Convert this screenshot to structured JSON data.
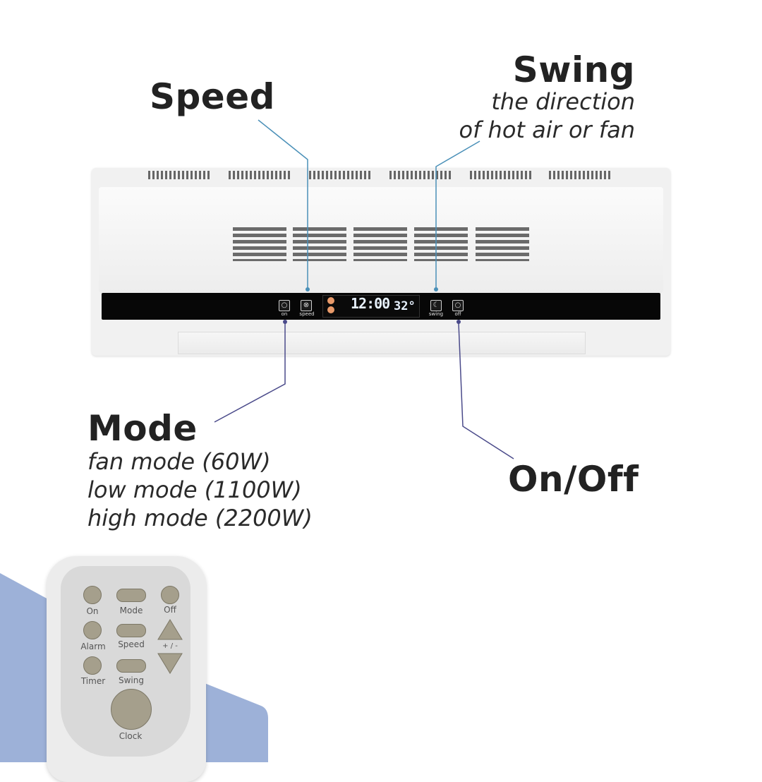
{
  "labels": {
    "speed": {
      "title": "Speed"
    },
    "swing": {
      "title": "Swing",
      "desc_line1": "the direction",
      "desc_line2": "of hot air or fan"
    },
    "mode": {
      "title": "Mode",
      "desc_line1": "fan mode (60W)",
      "desc_line2": "low mode (1100W)",
      "desc_line3": "high mode (2200W)"
    },
    "onoff": {
      "title": "On/Off"
    }
  },
  "heater_panel": {
    "buttons": [
      "on",
      "speed",
      "swing",
      "off"
    ],
    "clock": "12:00",
    "temperature": "32°"
  },
  "remote": {
    "buttons": [
      "On",
      "Mode",
      "Off",
      "Alarm",
      "Speed",
      "+ / -",
      "Timer",
      "Swing",
      "Clock"
    ]
  },
  "colors": {
    "background_shape": "#9db1d8",
    "leader_line_blue": "#4a90b8",
    "leader_line_purple": "#4a4a8a"
  }
}
